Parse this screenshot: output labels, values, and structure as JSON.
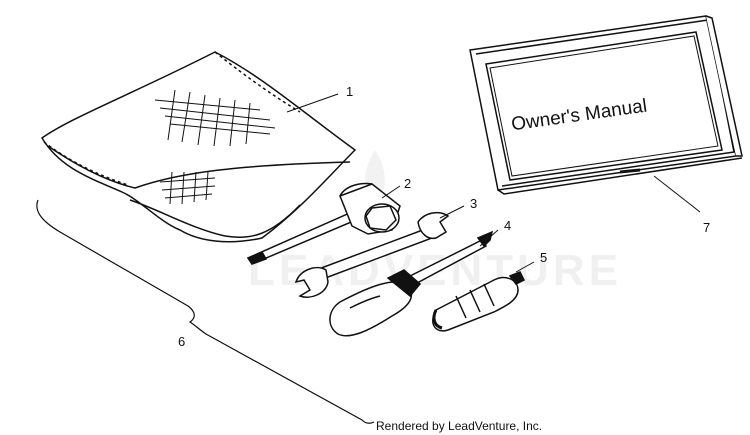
{
  "diagram": {
    "manual_title": "Owner's Manual",
    "watermark": "LEADVENTURE",
    "credit": "Rendered by LeadVenture, Inc.",
    "callouts": [
      {
        "id": "1",
        "label": "1"
      },
      {
        "id": "2",
        "label": "2"
      },
      {
        "id": "3",
        "label": "3"
      },
      {
        "id": "4",
        "label": "4"
      },
      {
        "id": "5",
        "label": "5"
      },
      {
        "id": "6",
        "label": "6"
      },
      {
        "id": "7",
        "label": "7"
      }
    ]
  }
}
